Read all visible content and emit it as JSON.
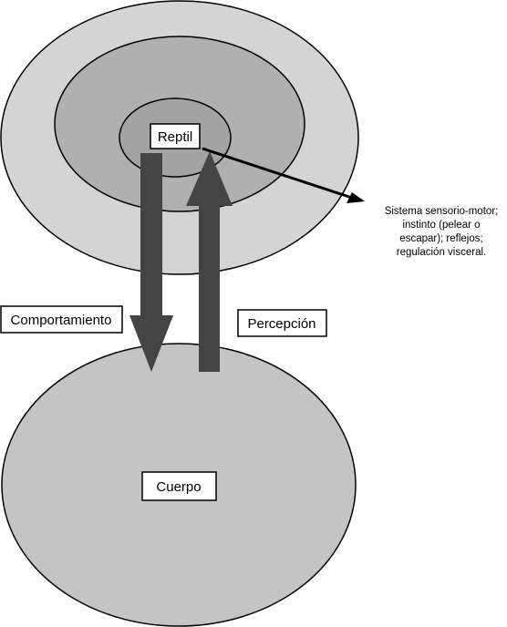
{
  "labels": {
    "reptile": "Reptil",
    "body": "Cuerpo",
    "behavior": "Comportamiento",
    "perception": "Percepción",
    "annotation_lines": [
      "Sistema sensorio-motor;",
      "instinto (pelear o",
      "escapar); reflejos;",
      "regulación visceral."
    ]
  },
  "colors": {
    "outer_ring": "#d4d4d4",
    "middle_ring": "#b0b0b0",
    "inner_core": "#a3a3a3",
    "body": "#c4c4c4",
    "arrows": "#444444",
    "outline": "#000000"
  }
}
